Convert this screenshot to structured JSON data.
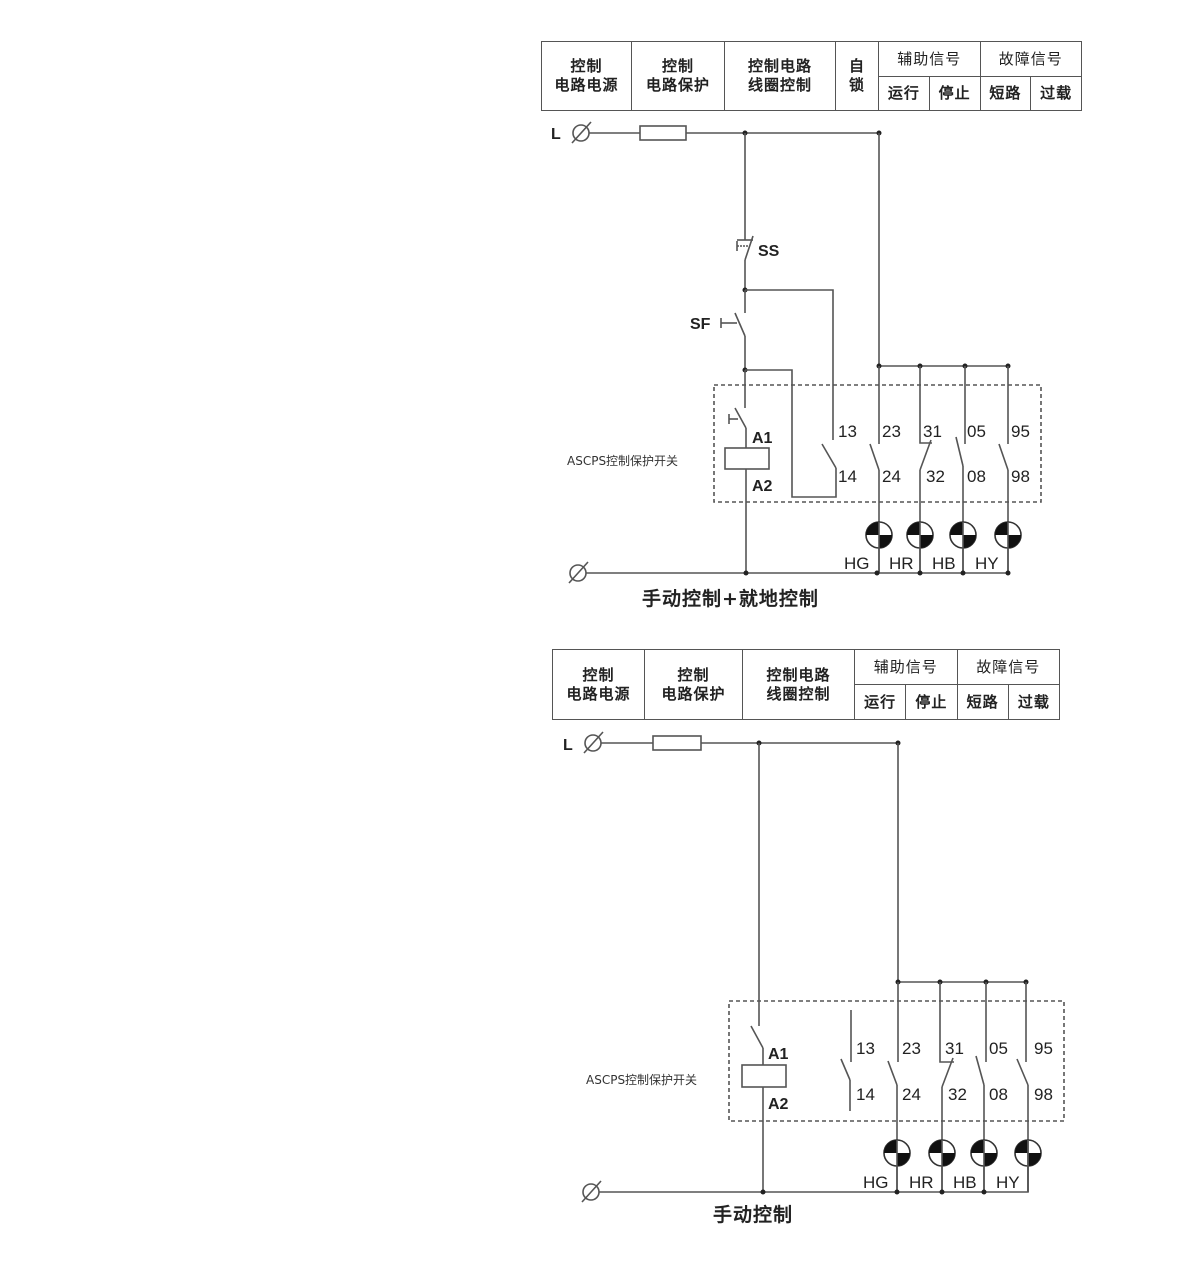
{
  "diagrams": [
    {
      "caption": "手动控制+就地控制",
      "header": {
        "power": [
          "控制",
          "电路电源"
        ],
        "protect": [
          "控制",
          "电路保护"
        ],
        "coil": [
          "控制电路",
          "线圈控制"
        ],
        "selflock": [
          "自",
          "锁"
        ],
        "aux": "辅助信号",
        "fault": "故障信号",
        "run": "运行",
        "stop": "停止",
        "short": "短路",
        "overload": "过载"
      },
      "line_label": "L",
      "stop_button": "SS",
      "start_button": "SF",
      "device_label": "ASCPS控制保护开关",
      "coil_top": "A1",
      "coil_bottom": "A2",
      "contacts_top": [
        "13",
        "23",
        "31",
        "05",
        "95"
      ],
      "contacts_bottom": [
        "14",
        "24",
        "32",
        "08",
        "98"
      ],
      "lamps": [
        "HG",
        "HR",
        "HB",
        "HY"
      ]
    },
    {
      "caption": "手动控制",
      "header": {
        "power": [
          "控制",
          "电路电源"
        ],
        "protect": [
          "控制",
          "电路保护"
        ],
        "coil": [
          "控制电路",
          "线圈控制"
        ],
        "aux": "辅助信号",
        "fault": "故障信号",
        "run": "运行",
        "stop": "停止",
        "short": "短路",
        "overload": "过载"
      },
      "line_label": "L",
      "device_label": "ASCPS控制保护开关",
      "coil_top": "A1",
      "coil_bottom": "A2",
      "contacts_top": [
        "13",
        "23",
        "31",
        "05",
        "95"
      ],
      "contacts_bottom": [
        "14",
        "24",
        "32",
        "08",
        "98"
      ],
      "lamps": [
        "HG",
        "HR",
        "HB",
        "HY"
      ]
    }
  ]
}
